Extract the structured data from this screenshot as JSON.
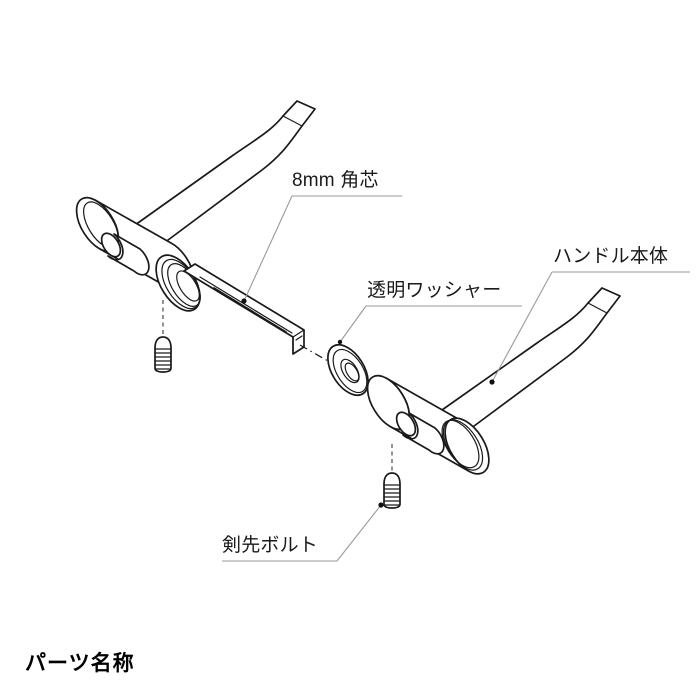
{
  "document": {
    "type": "exploded-parts-diagram",
    "subject": "door-lever-handle-assembly",
    "caption": "パーツ名称",
    "background_color": "#ffffff",
    "line_color": "#1a1a1a",
    "leader_color": "#8a8a8a"
  },
  "labels": {
    "spindle": {
      "text": "8mm 角芯",
      "leader_from": [
        330,
        196
      ],
      "leader_to": [
        244,
        301
      ],
      "dot": [
        244,
        301
      ]
    },
    "washer": {
      "text": "透明ワッシャー",
      "leader_from": [
        366,
        306
      ],
      "leader_to": [
        340,
        342
      ],
      "dot": [
        340,
        342
      ]
    },
    "handle_body": {
      "text": "ハンドル本体",
      "leader_from": [
        552,
        272
      ],
      "leader_to": [
        492,
        382
      ],
      "dot": [
        492,
        382
      ]
    },
    "bolt": {
      "text": "剣先ボルト",
      "leader_from": [
        337,
        545
      ],
      "leader_to": [
        381,
        505
      ],
      "dot": [
        381,
        505
      ]
    }
  },
  "parts": [
    {
      "name": "8mm 角芯",
      "role": "square-spindle",
      "count": 1
    },
    {
      "name": "透明ワッシャー",
      "role": "clear-washer",
      "count": 1
    },
    {
      "name": "ハンドル本体",
      "role": "handle-body",
      "count": 2
    },
    {
      "name": "剣先ボルト",
      "role": "set-screw",
      "count": 2
    }
  ],
  "caption": {
    "text": "パーツ名称"
  }
}
